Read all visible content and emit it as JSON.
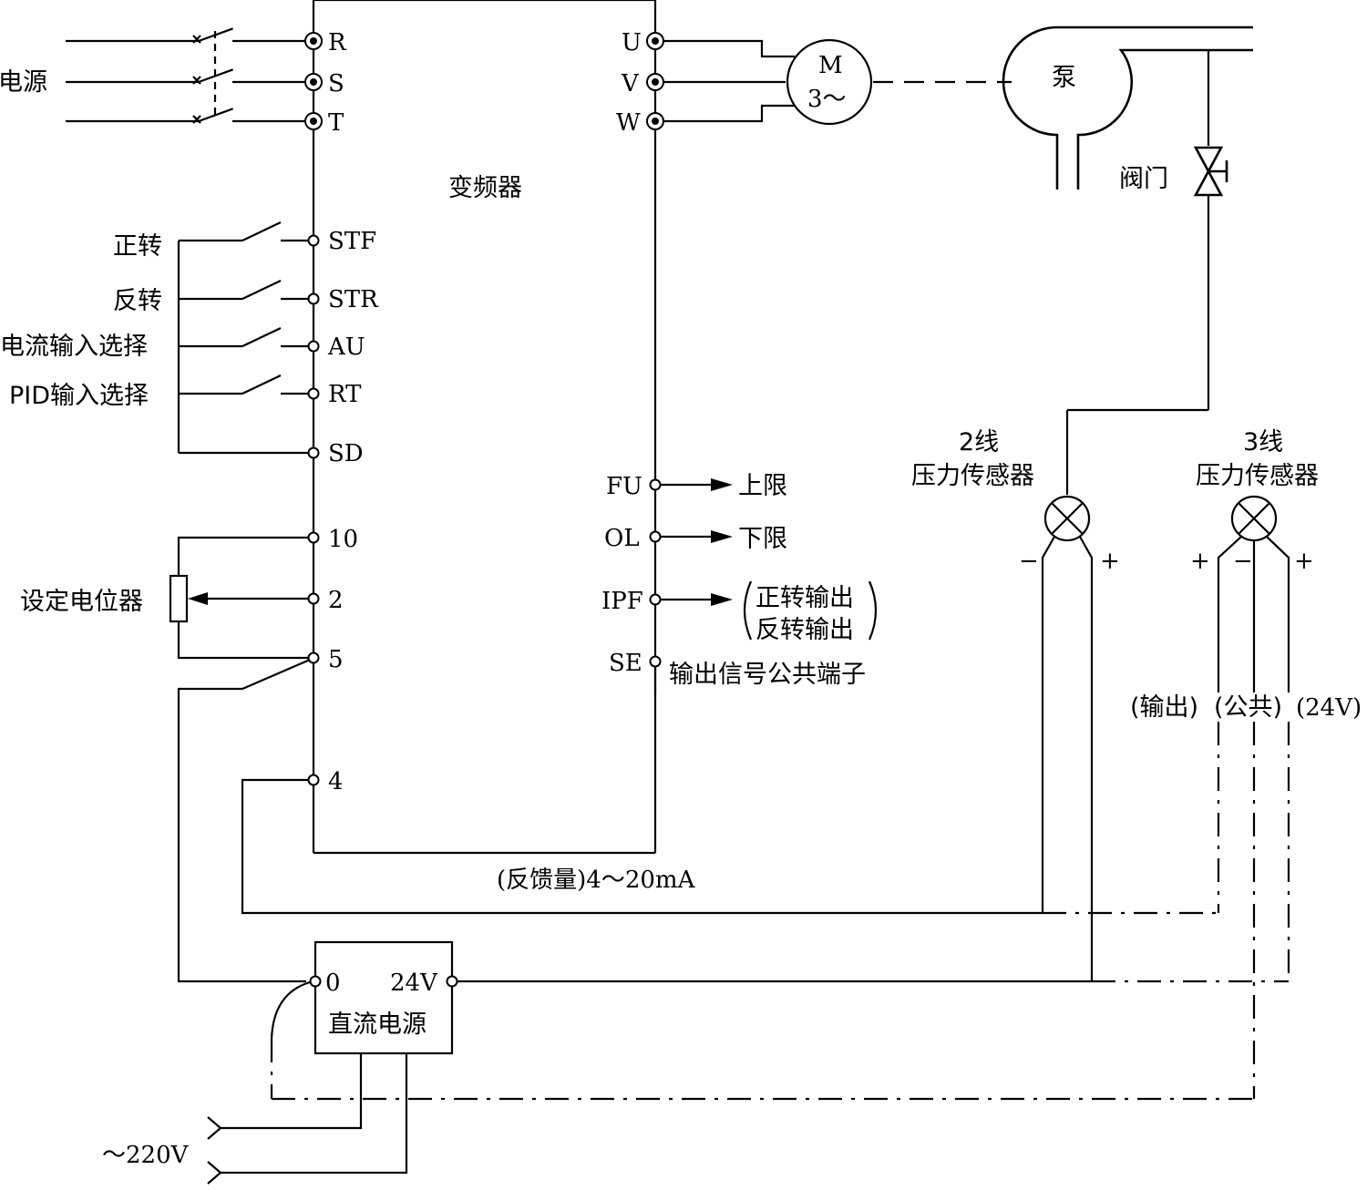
{
  "power": {
    "label": "电源",
    "terminals": [
      "R",
      "S",
      "T"
    ]
  },
  "inverter": {
    "label": "变频器",
    "outputs": [
      "U",
      "V",
      "W"
    ]
  },
  "motor": {
    "line1": "M",
    "line2": "3～"
  },
  "pump": {
    "label": "泵"
  },
  "valve": {
    "label": "阀门"
  },
  "inputs": {
    "forward": "正转",
    "reverse": "反转",
    "current_select": "电流输入选择",
    "pid_select": "PID输入选择",
    "stf": "STF",
    "str": "STR",
    "au": "AU",
    "rt": "RT",
    "sd": "SD"
  },
  "analog": {
    "t10": "10",
    "t2": "2",
    "t5": "5",
    "t4": "4",
    "pot_label": "设定电位器",
    "feedback": "(反馈量)4～20mA"
  },
  "outputs": {
    "fu": "FU",
    "ol": "OL",
    "ipf": "IPF",
    "se": "SE",
    "upper": "上限",
    "lower": "下限",
    "fwd_out": "正转输出",
    "rev_out": "反转输出",
    "se_desc": "输出信号公共端子"
  },
  "sensor2": {
    "line1": "2线",
    "line2": "压力传感器",
    "minus": "−",
    "plus": "+"
  },
  "sensor3": {
    "line1": "3线",
    "line2": "压力传感器",
    "plus_left": "+",
    "minus": "−",
    "plus_right": "+",
    "out_label": "(输出)",
    "com_label": "(公共)",
    "v24_label": "(24V)"
  },
  "dc_supply": {
    "zero": "0",
    "v24": "24V",
    "label": "直流电源"
  },
  "mains": {
    "label": "～220V"
  }
}
